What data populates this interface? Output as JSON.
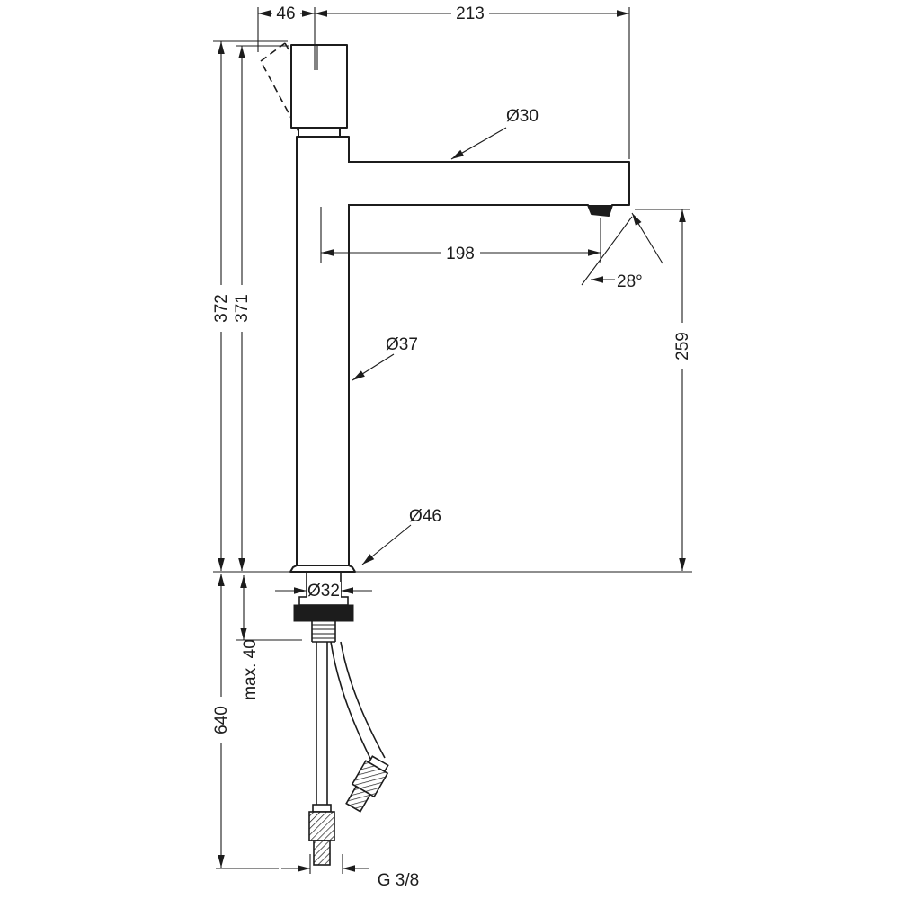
{
  "drawing": {
    "colors": {
      "line": "#1c1c1c",
      "background": "#ffffff"
    },
    "dims": {
      "d46": "46",
      "d213": "213",
      "dia30": "Ø30",
      "d198": "198",
      "angle28": "28°",
      "d372": "372",
      "d371": "371",
      "d259": "259",
      "dia37": "Ø37",
      "dia46": "Ø46",
      "dia32": "Ø32",
      "max40": "max. 40",
      "d640": "640",
      "g38": "G 3/8"
    }
  }
}
